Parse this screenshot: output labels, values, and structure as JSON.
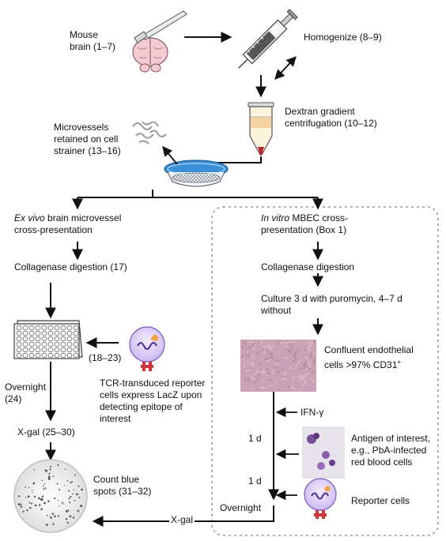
{
  "top": {
    "mouse_brain_line1": "Mouse",
    "mouse_brain_line2": "brain (1–7)",
    "homogenize": "Homogenize (8–9)",
    "dextran_line1": "Dextran gradient",
    "dextran_line2": "centrifugation (10–12)",
    "microvessels_line1": "Microvessels",
    "microvessels_line2": "retained on cell",
    "microvessels_line3": "strainer (13–16)"
  },
  "left": {
    "exvivo_italic": "Ex vivo",
    "exvivo_rest": " brain microvessel",
    "exvivo_line2": "cross-presentation",
    "collagenase": "Collagenase digestion (17)",
    "plate_ref": "(18–23)",
    "tcr_line1": "TCR-transduced reporter",
    "tcr_line2": "cells express LacZ upon",
    "tcr_line3": "detecting epitope of",
    "tcr_line4": "interest",
    "overnight_line1": "Overnight",
    "overnight_line2": "(24)",
    "xgal": "X-gal (25–30)",
    "count_line1": "Count blue",
    "count_line2": "spots (31–32)"
  },
  "right": {
    "invitro_italic": "In vitro",
    "invitro_rest": " MBEC cross-",
    "invitro_line2": "presentation (Box 1)",
    "collagenase": "Collagenase digestion",
    "culture_line1": "Culture 3 d with puromycin, 4–7 d",
    "culture_line2": "without",
    "confluent_line1": "Confluent endothelial",
    "confluent_line2_main": "cells >97% CD31",
    "confluent_line2_sup": "+",
    "ifn": "IFN-γ",
    "day1a": "1 d",
    "day1b": "1 d",
    "antigen_line1": "Antigen of interest,",
    "antigen_line2": "e.g., PbA-infected",
    "antigen_line3": "red blood cells",
    "reporter": "Reporter cells",
    "overnight": "Overnight",
    "xgal": "X-gal"
  },
  "colors": {
    "arrow": "#111111",
    "dashed_box": "#999999",
    "strainer_blue": "#3a8fd6",
    "reporter_purple": "#7c5cc4",
    "tcr_red": "#d1373a",
    "antigen_orange": "#f2a33a",
    "culture_pink": "#c9a3b5"
  }
}
